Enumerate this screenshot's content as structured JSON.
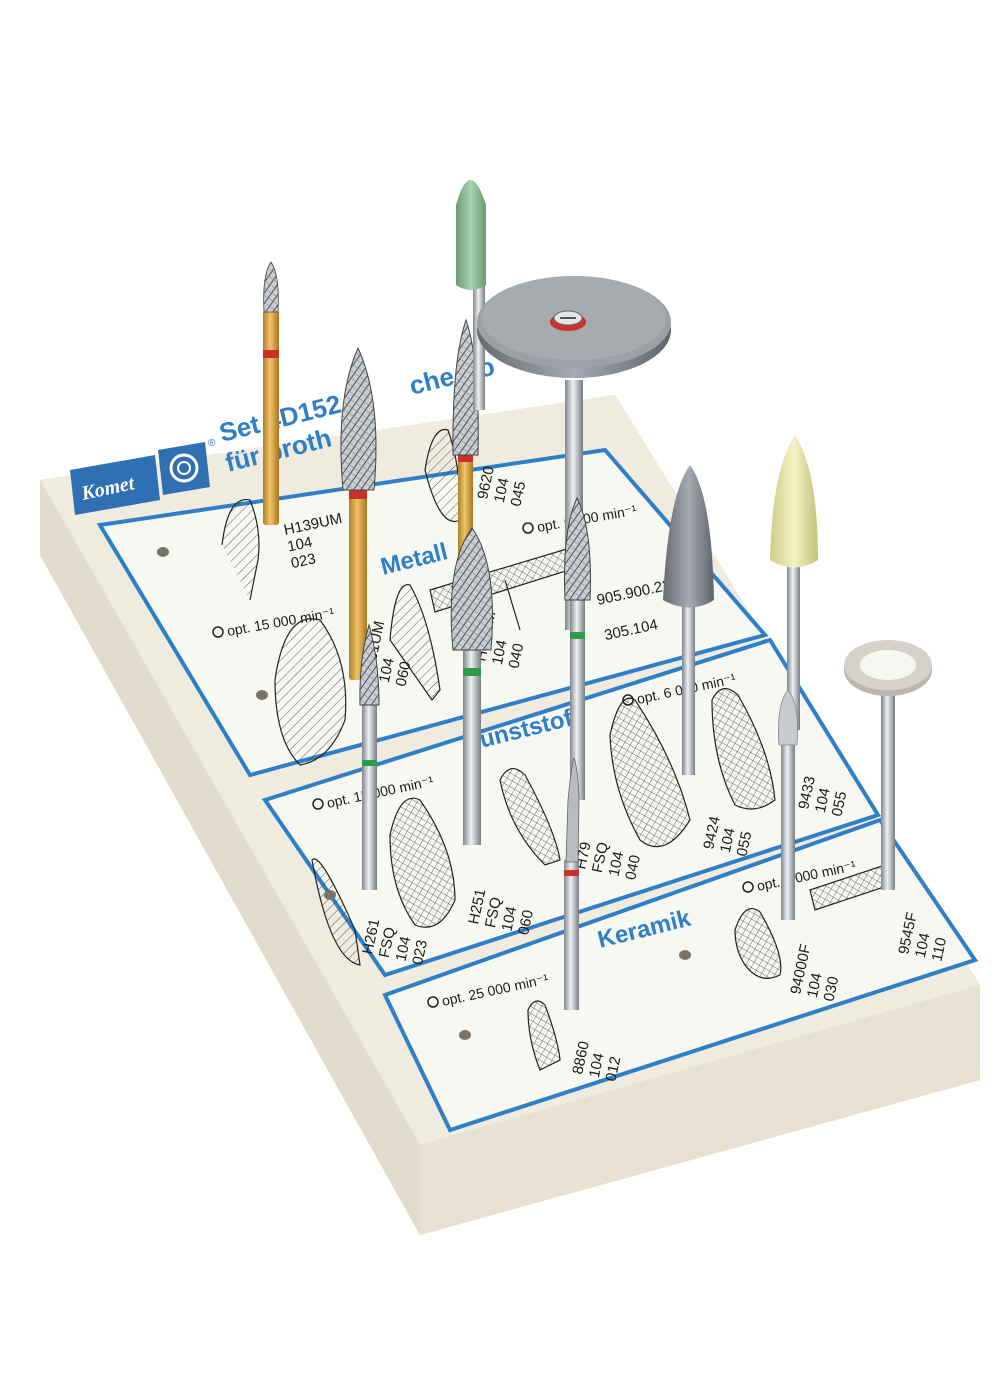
{
  "brand": {
    "logo_text": "Komet",
    "mark": "®"
  },
  "header": {
    "line1": "Set 4D152 ",
    "line1_tail": "che Ko",
    "line2": "für proth"
  },
  "sections": {
    "metall": {
      "title": "Metall",
      "speed1": "opt. 15 000 min⁻¹",
      "speed2": "opt. 6 000 min⁻¹"
    },
    "kunststoff": {
      "title": "Kunststoff",
      "speed1": "opt. 15 000 min⁻¹",
      "speed2": "opt. 6 000 min⁻¹"
    },
    "keramik": {
      "title": "Keramik",
      "speed1": "opt. 25 000 min⁻¹",
      "speed2": "opt. 6 000 min⁻¹"
    }
  },
  "codes": {
    "h139um": [
      "H139UM",
      "104",
      "023"
    ],
    "h251um": [
      "H251UM",
      "104",
      "060"
    ],
    "h79um": [
      "H79UM",
      "104",
      "040"
    ],
    "r9620": [
      "9620",
      "104",
      "045"
    ],
    "r905": [
      "905.900.220",
      "305.104"
    ],
    "h261": [
      "H261",
      "FSQ",
      "104",
      "023"
    ],
    "h251fsq": [
      "H251",
      "FSQ",
      "104",
      "060"
    ],
    "h79fsq": [
      "H79",
      "FSQ",
      "104",
      "040"
    ],
    "r9424": [
      "9424",
      "104",
      "055"
    ],
    "r9433": [
      "9433",
      "104",
      "055"
    ],
    "r8860": [
      "8860",
      "104",
      "012"
    ],
    "r94000f": [
      "94000F",
      "104",
      "030"
    ],
    "r9545f": [
      "9545F",
      "104",
      "110"
    ]
  },
  "colors": {
    "tray": "#eeeadd",
    "tray_side": "#ddd7c6",
    "card": "#f7f7f2",
    "border_blue": "#2f7fc8",
    "gold": "#d9a441",
    "steel": "#b9bec4",
    "green_polisher": "#8dbb93",
    "grey_polisher": "#8a9096",
    "yellow_polisher": "#e7e5a3",
    "red_ring": "#c9312b",
    "green_ring": "#2f9a4a"
  }
}
